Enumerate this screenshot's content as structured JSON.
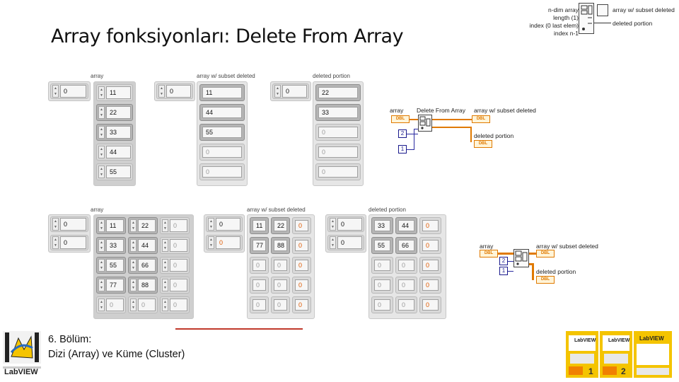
{
  "slide": {
    "title": "Array fonksiyonları: Delete From Array",
    "footer_line1": "6. Bölüm:",
    "footer_line2": "Dizi (Array) ve Küme (Cluster)",
    "logo_text": "LabVIEW",
    "book_brand": "LabVIEW"
  },
  "function_node": {
    "inputs": [
      "n-dim array",
      "length (1)",
      "index (0 last elem)",
      "index n-1"
    ],
    "outputs": [
      "array w/ subset deleted",
      "deleted portion"
    ]
  },
  "example1": {
    "input_label": "array",
    "output_label": "array w/ subset deleted",
    "deleted_label": "deleted portion",
    "input_index": "0",
    "output_index": "0",
    "deleted_index": "0",
    "input_values": [
      "11",
      "22",
      "33",
      "44",
      "55"
    ],
    "output_values": [
      "11",
      "44",
      "55",
      "0",
      "0"
    ],
    "deleted_values": [
      "22",
      "33",
      "0",
      "0",
      "0"
    ],
    "diagram": {
      "array_label": "array",
      "function_label": "Delete From Array",
      "out_label": "array w/ subset deleted",
      "deleted_label": "deleted portion",
      "type_tag": "DBL",
      "length_const": "2",
      "index_const": "1"
    }
  },
  "example2": {
    "input_label": "array",
    "output_label": "array w/ subset deleted",
    "deleted_label": "deleted portion",
    "input_row_index": "0",
    "input_col_index": "0",
    "output_row_index": "0",
    "output_col_index": "0",
    "deleted_row_index": "0",
    "deleted_col_index": "0",
    "input_values": [
      [
        "11",
        "22",
        "0"
      ],
      [
        "33",
        "44",
        "0"
      ],
      [
        "55",
        "66",
        "0"
      ],
      [
        "77",
        "88",
        "0"
      ],
      [
        "0",
        "0",
        "0"
      ]
    ],
    "output_values": [
      [
        "11",
        "22",
        "0"
      ],
      [
        "77",
        "88",
        "0"
      ],
      [
        "0",
        "0",
        "0"
      ],
      [
        "0",
        "0",
        "0"
      ],
      [
        "0",
        "0",
        "0"
      ]
    ],
    "deleted_values": [
      [
        "33",
        "44",
        "0"
      ],
      [
        "55",
        "66",
        "0"
      ],
      [
        "0",
        "0",
        "0"
      ],
      [
        "0",
        "0",
        "0"
      ],
      [
        "0",
        "0",
        "0"
      ]
    ],
    "diagram": {
      "array_label": "array",
      "out_label": "array w/ subset deleted",
      "deleted_label": "deleted portion",
      "type_tag": "DBL",
      "length_const": "2",
      "index_const": "1"
    }
  }
}
